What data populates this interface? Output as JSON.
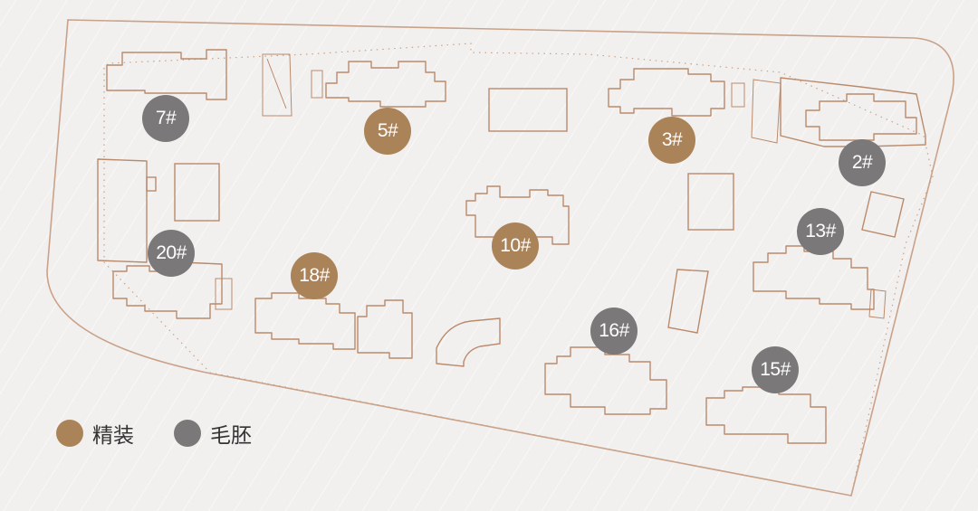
{
  "colors": {
    "finished": "#ab8359",
    "unfinished": "#7a7878",
    "outline": "#b98a6c"
  },
  "buildings": [
    {
      "label": "7#",
      "status": "unfinished"
    },
    {
      "label": "5#",
      "status": "finished"
    },
    {
      "label": "3#",
      "status": "finished"
    },
    {
      "label": "2#",
      "status": "unfinished"
    },
    {
      "label": "10#",
      "status": "finished"
    },
    {
      "label": "13#",
      "status": "unfinished"
    },
    {
      "label": "20#",
      "status": "unfinished"
    },
    {
      "label": "18#",
      "status": "finished"
    },
    {
      "label": "16#",
      "status": "unfinished"
    },
    {
      "label": "15#",
      "status": "unfinished"
    }
  ],
  "legend": {
    "finished_label": "精装",
    "unfinished_label": "毛胚"
  }
}
